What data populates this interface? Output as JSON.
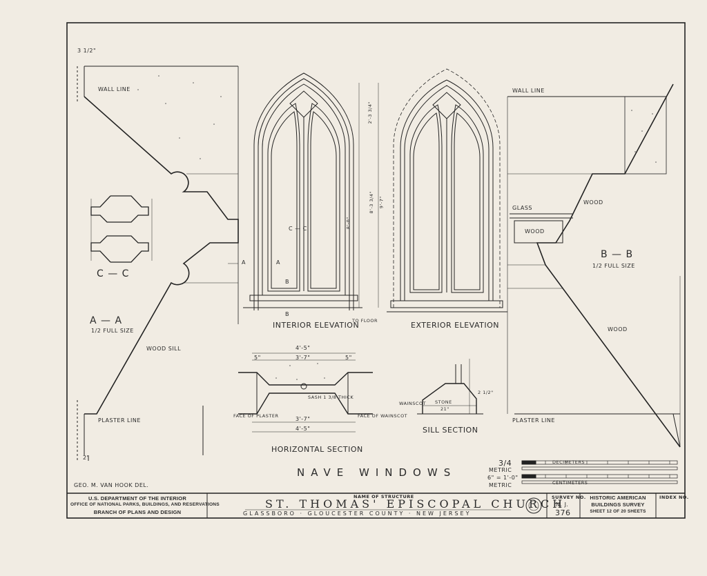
{
  "drawing_title": "NAVE WINDOWS",
  "sections": {
    "a_a": {
      "label": "A — A",
      "scale": "1/2 FULL SIZE"
    },
    "b_b": {
      "label": "B — B",
      "scale": "1/2 FULL SIZE"
    },
    "c_c": {
      "label": "C — C"
    }
  },
  "views": {
    "interior_elevation": "INTERIOR ELEVATION",
    "exterior_elevation": "EXTERIOR ELEVATION",
    "horizontal_section": "HORIZONTAL SECTION",
    "sill_section": "SILL SECTION"
  },
  "annotations": {
    "wall_line_left": "WALL LINE",
    "wall_line_right": "WALL LINE",
    "plaster_line_left": "PLASTER LINE",
    "plaster_line_right": "PLASTER LINE",
    "wood_sill": "WOOD SILL",
    "glass": "GLASS",
    "wood_1": "WOOD",
    "wood_2": "WOOD",
    "wood_3": "WOOD",
    "face_of_plaster": "FACE OF PLASTER",
    "face_of_wainscot": "FACE OF WAINSCOT",
    "wainscot": "WAINSCOT",
    "stone": "STONE",
    "sash": "SASH 1 3/8 THICK",
    "to_floor": "TO FLOOR",
    "cut_a": "A",
    "cut_a2": "A",
    "cut_b": "B",
    "cut_b2": "B",
    "cut_c": "C — C"
  },
  "dimensions": {
    "d_3_quarter": "3 1/2\"",
    "d_2": "2\"",
    "d_2_3_4": "2'-3 3/4\"",
    "d_8_3_3_4": "8'-3 3/4\"",
    "d_9_7": "9'-7\"",
    "d_8_0": "8'-0\"",
    "d_4_5_top": "4'-5\"",
    "d_3_7_top": "3'-7\"",
    "d_5_left": "5\"",
    "d_5_right": "5\"",
    "d_3_7_bot": "3'-7\"",
    "d_4_5_bot": "4'-5\"",
    "d_2_1_2": "2 1/2\"",
    "d_21": "21\""
  },
  "scale_bars": {
    "label_1": "3/4",
    "label_1b": "METRIC",
    "label_2": "6\" = 1'-0\"",
    "label_2b": "METRIC",
    "label_3": "DECIMETERS",
    "label_4": "CENTIMETERS"
  },
  "delineator": "GEO. M. VAN HOOK DEL.",
  "title_block": {
    "agency_1": "U.S. DEPARTMENT OF THE INTERIOR",
    "agency_2": "OFFICE OF NATIONAL PARKS, BUILDINGS, AND RESERVATIONS",
    "agency_3": "BRANCH OF PLANS AND DESIGN",
    "name_caption": "NAME OF STRUCTURE",
    "structure_name": "ST. THOMAS' EPISCOPAL CHURCH",
    "location": "GLASSBORO · GLOUCESTER COUNTY · NEW JERSEY",
    "survey_caption": "SURVEY NO.",
    "survey_state": "N. J.",
    "survey_no": "376",
    "habs_1": "HISTORIC AMERICAN",
    "habs_2": "BUILDINGS SURVEY",
    "sheet": "SHEET 12 OF 20 SHEETS",
    "index_caption": "INDEX NO."
  },
  "colors": {
    "paper": "#f1ece3",
    "ink": "#222222",
    "stipple": "#555555"
  }
}
